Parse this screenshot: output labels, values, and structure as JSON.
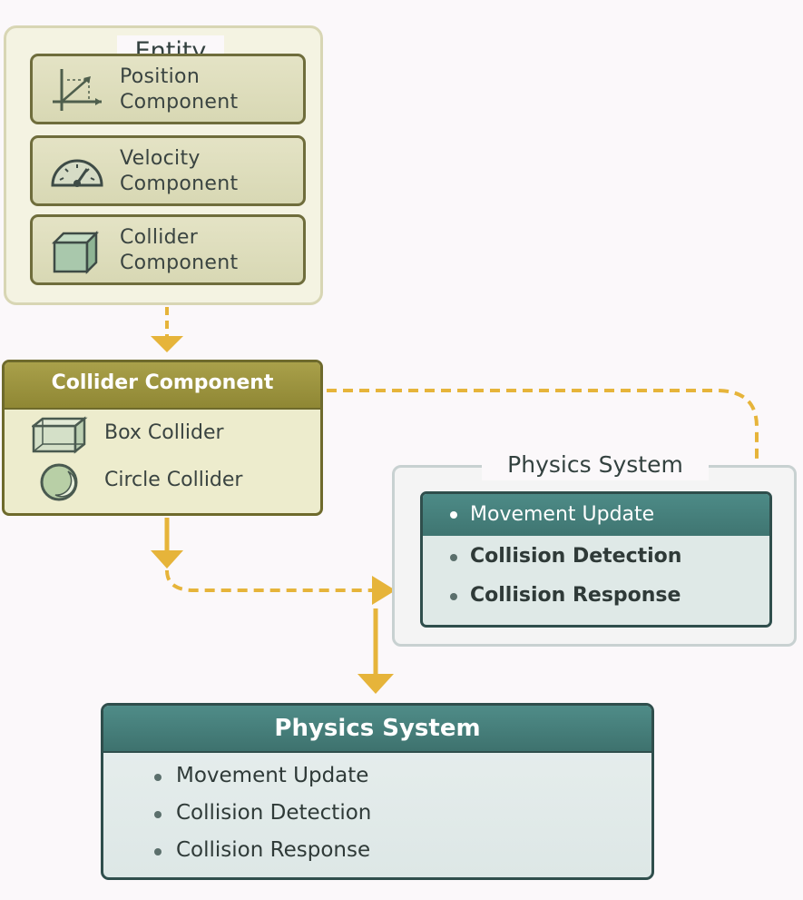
{
  "entity": {
    "title": "Entity",
    "components": [
      {
        "line1": "Position",
        "line2": "Component",
        "icon": "axes-graph-icon"
      },
      {
        "line1": "Velocity",
        "line2": "Component",
        "icon": "speedometer-icon"
      },
      {
        "line1": "Collider",
        "line2": "Component",
        "icon": "cube-icon"
      }
    ]
  },
  "collider_component": {
    "title": "Collider Component",
    "items": [
      {
        "label": "Box Collider",
        "icon": "box-collider-icon"
      },
      {
        "label": "Circle Collider",
        "icon": "circle-collider-icon"
      }
    ]
  },
  "physics_system_side": {
    "title": "Physics System",
    "header_item": "Movement Update",
    "items": [
      "Collision Detection",
      "Collision Response"
    ]
  },
  "physics_system_main": {
    "title": "Physics System",
    "items": [
      "Movement Update",
      "Collision Detection",
      "Collision Response"
    ]
  },
  "colors": {
    "arrow": "#e6b43a",
    "olive": "#9a9240",
    "teal": "#45807c",
    "background": "#fbf8fa"
  }
}
